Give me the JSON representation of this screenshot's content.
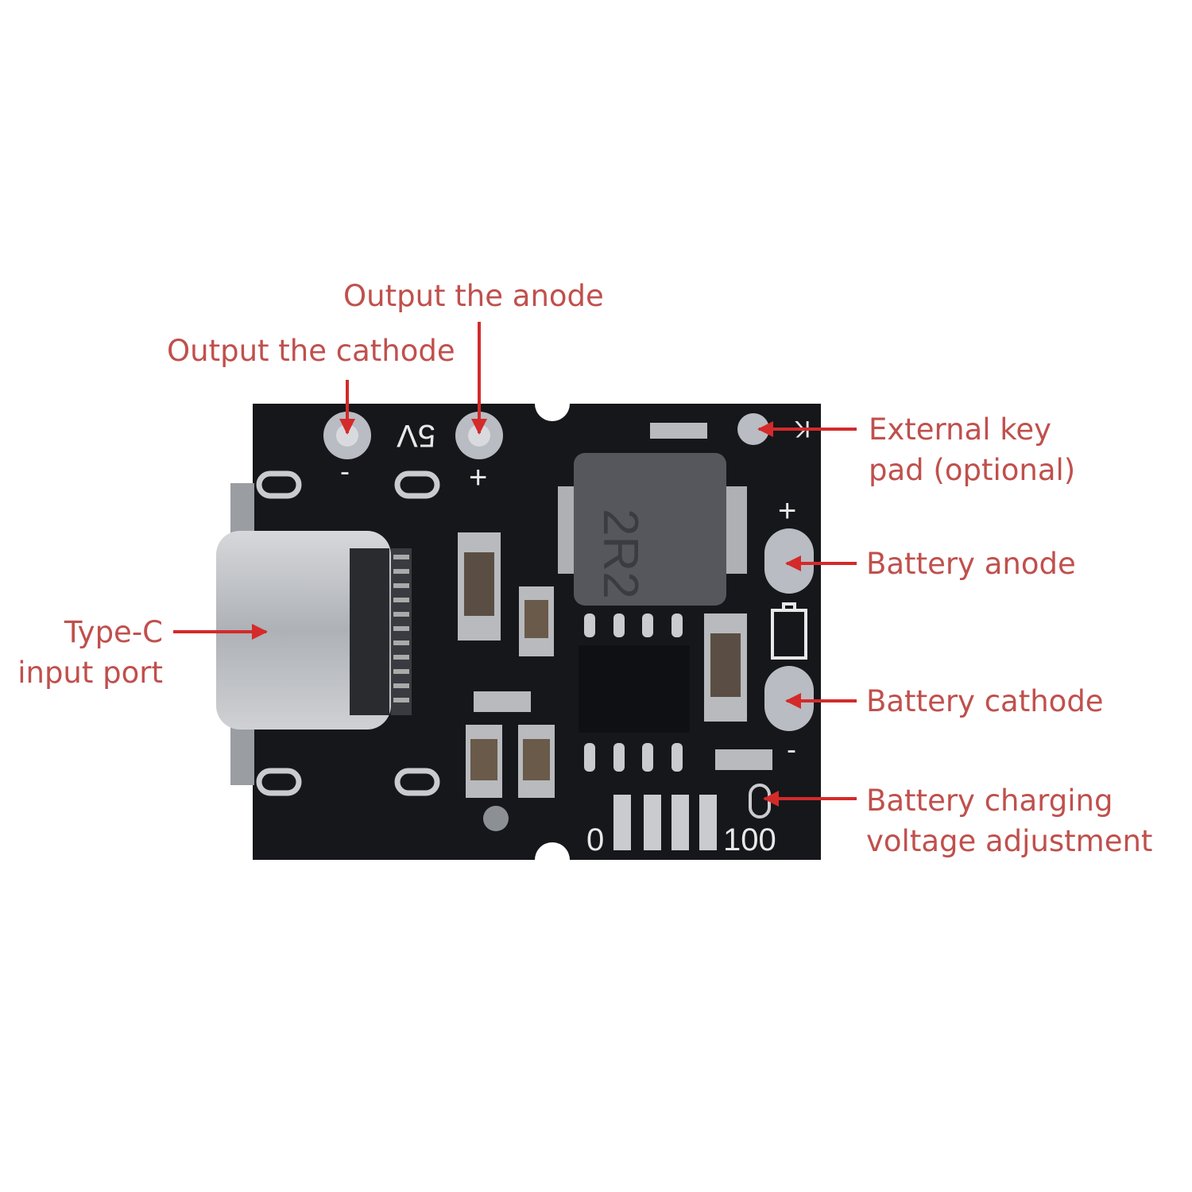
{
  "labels": {
    "output_anode": "Output the anode",
    "output_cathode": "Output the cathode",
    "external_key_line1": "External key",
    "external_key_line2": "pad (optional)",
    "battery_anode": "Battery anode",
    "battery_cathode": "Battery cathode",
    "charging_line1": "Battery charging",
    "charging_line2": "voltage adjustment",
    "typec_line1": "Type-C",
    "typec_line2": "input port"
  },
  "silkscreen": {
    "output_voltage": "5V",
    "output_minus": "-",
    "output_plus": "+",
    "inductor_marking": "2R2",
    "battery_plus": "+",
    "battery_minus": "-",
    "scale_min": "0",
    "scale_max": "100",
    "key_mark": "K"
  },
  "colors": {
    "label_text": "#c0504d",
    "arrow": "#d42a2a",
    "board": "#16171b",
    "pad": "#b9bcc2"
  }
}
